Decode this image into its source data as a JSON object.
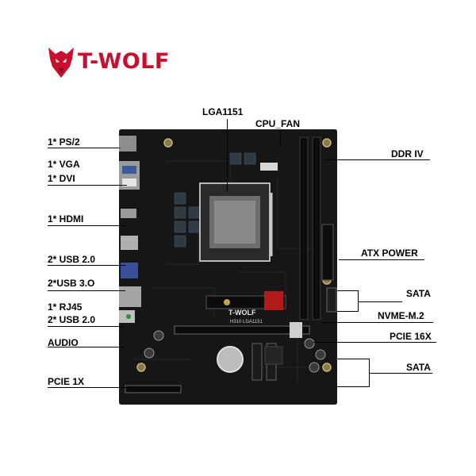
{
  "brand": {
    "name": "T-WOLF",
    "logo_color": "#c8102e"
  },
  "product_image": {
    "board_print_brand": "T-WOLF",
    "board_print_model": "H310 LGA1151"
  },
  "labels": {
    "lga1151": "LGA1151",
    "cpu_fan": "CPU_FAN",
    "ps2": "1* PS/2",
    "vga": "1* VGA",
    "dvi": "1* DVI",
    "hdmi": "1* HDMI",
    "usb20_a": "2* USB 2.0",
    "usb30": "2*USB 3.O",
    "rj45": "1* RJ45",
    "usb20_b": "2* USB 2.0",
    "audio": "AUDIO",
    "pcie1x": "PCIE 1X",
    "ddr4": "DDR IV",
    "atx_power": "ATX POWER",
    "sata_a": "SATA",
    "nvme": "NVME-M.2",
    "pcie16x": "PCIE 16X",
    "sata_b": "SATA"
  }
}
